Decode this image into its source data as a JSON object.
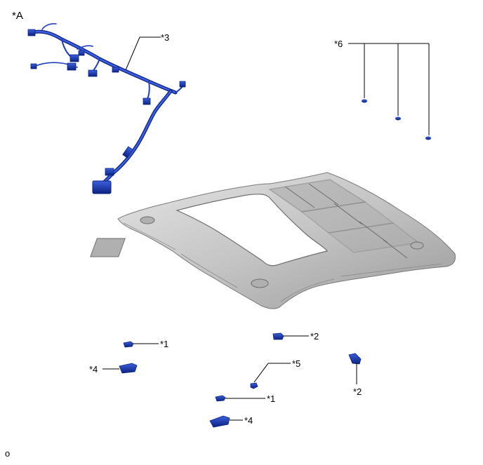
{
  "figure": {
    "view_label": "*A",
    "footer_code": "o"
  },
  "callouts": [
    {
      "id": "c3",
      "text": "*3",
      "part": "wire-harness"
    },
    {
      "id": "c6",
      "text": "*6",
      "part": "clips"
    },
    {
      "id": "c1a",
      "text": "*1",
      "part": "lamp-bracket-left"
    },
    {
      "id": "c4a",
      "text": "*4",
      "part": "lamp-left"
    },
    {
      "id": "c2a",
      "text": "*2",
      "part": "clip-center"
    },
    {
      "id": "c5",
      "text": "*5",
      "part": "clip-small"
    },
    {
      "id": "c1b",
      "text": "*1",
      "part": "lamp-bracket-right"
    },
    {
      "id": "c4b",
      "text": "*4",
      "part": "lamp-right"
    },
    {
      "id": "c2b",
      "text": "*2",
      "part": "clip-right"
    }
  ],
  "colors": {
    "harness": "#1f3fbf",
    "harness_dark": "#0b2280",
    "headliner": "#c9c9c9",
    "headliner_dark": "#8c8c8c",
    "leader": "#000000"
  }
}
